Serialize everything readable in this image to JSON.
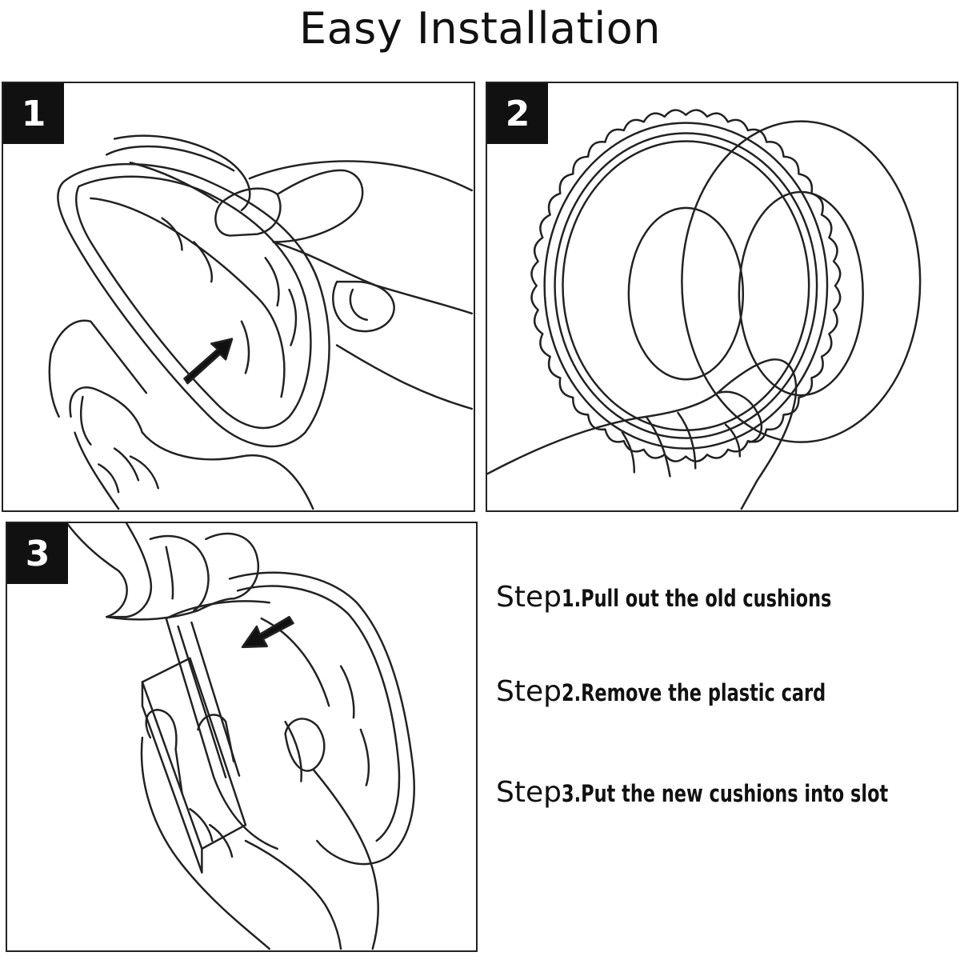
{
  "title": "Easy Installation",
  "panels": [
    {
      "number": "1"
    },
    {
      "number": "2"
    },
    {
      "number": "3"
    }
  ],
  "steps": [
    {
      "word": "Step",
      "text": "1.Pull out the old cushions"
    },
    {
      "word": "Step",
      "text": "2.Remove the plastic card"
    },
    {
      "word": "Step",
      "text": "3.Put the new cushions into slot"
    }
  ],
  "colors": {
    "line": "#222222",
    "badge": "#111111",
    "background": "#ffffff"
  }
}
